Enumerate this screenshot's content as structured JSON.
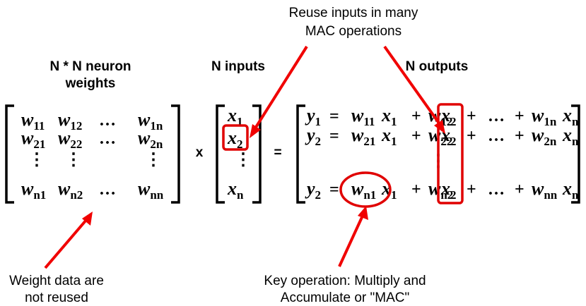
{
  "labels": {
    "top_note_line1": "Reuse inputs in many",
    "top_note_line2": "MAC operations",
    "weights_header_line1": "N * N neuron",
    "weights_header_line2": "weights",
    "inputs_header": "N inputs",
    "outputs_header": "N outputs",
    "weight_note_line1": "Weight data are",
    "weight_note_line2": "not reused",
    "key_note_line1": "Key operation: Multiply and",
    "key_note_line2": "Accumulate or \"MAC\""
  },
  "operators": {
    "times": "x",
    "equals": "="
  },
  "weight_matrix": {
    "row1": [
      {
        "b": "w",
        "s": "11"
      },
      {
        "b": "w",
        "s": "12"
      },
      {
        "t": "…"
      },
      {
        "b": "w",
        "s": "1n"
      }
    ],
    "row2": [
      {
        "b": "w",
        "s": "21"
      },
      {
        "b": "w",
        "s": "22"
      },
      {
        "t": "…"
      },
      {
        "b": "w",
        "s": "2n"
      }
    ],
    "row3": [
      {
        "t": "⋮"
      },
      {
        "t": "⋮"
      },
      {
        "t": ""
      },
      {
        "t": "⋮"
      }
    ],
    "row4": [
      {
        "b": "w",
        "s": "n1"
      },
      {
        "b": "w",
        "s": "n2"
      },
      {
        "t": "…"
      },
      {
        "b": "w",
        "s": "nn"
      }
    ]
  },
  "input_vector": [
    {
      "b": "x",
      "s": "1"
    },
    {
      "b": "x",
      "s": "2"
    },
    {
      "t": "⋮"
    },
    {
      "b": "x",
      "s": "n"
    }
  ],
  "output_equations": {
    "row1": [
      {
        "b": "y",
        "s": "1"
      },
      {
        "op": "="
      },
      {
        "b": "w",
        "s": "11"
      },
      {
        "b": "x",
        "s": "1"
      },
      {
        "op": "+"
      },
      {
        "b": "w",
        "s": "12"
      },
      {
        "b": "x",
        "s": "2"
      },
      {
        "op": "+"
      },
      {
        "op": "…"
      },
      {
        "op": "+"
      },
      {
        "b": "w",
        "s": "1n"
      },
      {
        "b": "x",
        "s": "n"
      }
    ],
    "row2": [
      {
        "b": "y",
        "s": "2"
      },
      {
        "op": "="
      },
      {
        "b": "w",
        "s": "21"
      },
      {
        "b": "x",
        "s": "1"
      },
      {
        "op": "+"
      },
      {
        "b": "w",
        "s": "22"
      },
      {
        "b": "x",
        "s": "2"
      },
      {
        "op": "+"
      },
      {
        "op": "…"
      },
      {
        "op": "+"
      },
      {
        "b": "w",
        "s": "2n"
      },
      {
        "b": "x",
        "s": "n"
      }
    ],
    "row3_dots": "⋮",
    "row4": [
      {
        "b": "y",
        "s": "2"
      },
      {
        "op": "="
      },
      {
        "b": "w",
        "s": "n1"
      },
      {
        "b": "x",
        "s": "1"
      },
      {
        "op": "+"
      },
      {
        "b": "w",
        "s": "n2"
      },
      {
        "b": "x",
        "s": "2"
      },
      {
        "op": "+"
      },
      {
        "op": "…"
      },
      {
        "op": "+"
      },
      {
        "b": "w",
        "s": "nn"
      },
      {
        "b": "x",
        "s": "n"
      }
    ]
  },
  "colors": {
    "accent": "#f00000",
    "text": "#000000",
    "background": "#ffffff"
  }
}
